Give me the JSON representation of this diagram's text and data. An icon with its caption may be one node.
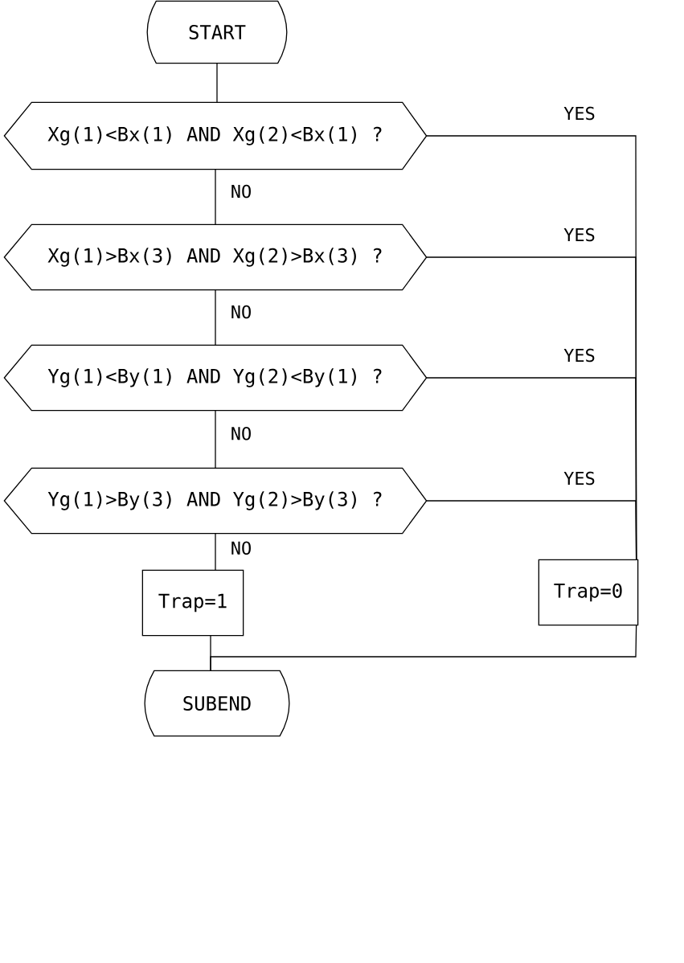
{
  "diagram": {
    "nodes": [
      {
        "text": [
          "START"
        ]
      },
      {
        "text": [
          "Xg(1)<Bx(1) AND Xg(2)<Bx(1) ?"
        ]
      },
      {
        "text": [
          "Xg(1)>Bx(3) AND Xg(2)>Bx(3) ?"
        ]
      },
      {
        "text": [
          "Yg(1)<By(1) AND Yg(2)<By(1) ?"
        ]
      },
      {
        "text": [
          "Yg(1)>By(3) AND Yg(2)>By(3) ?"
        ]
      },
      {
        "text": [
          "Trap=1"
        ]
      },
      {
        "text": [
          "Trap=0"
        ]
      },
      {
        "text": [
          "SUBEND"
        ]
      }
    ],
    "edges": [
      {
        "from": 0,
        "to": 1,
        "arrow": "none"
      },
      {
        "from": 1,
        "to": 2,
        "arrow": "none",
        "label": "NO"
      },
      {
        "from": 2,
        "to": 3,
        "arrow": "none",
        "label": "NO"
      },
      {
        "from": 3,
        "to": 4,
        "arrow": "none",
        "label": "NO"
      },
      {
        "from": 4,
        "to": 5,
        "arrow": "none",
        "label": "NO"
      },
      {
        "from": 1,
        "to": 6,
        "arrow": "none",
        "label": "YES"
      },
      {
        "from": 2,
        "to": 6,
        "arrow": "none",
        "label": "YES"
      },
      {
        "from": 3,
        "to": 6,
        "arrow": "none",
        "label": "YES"
      },
      {
        "from": 4,
        "to": 6,
        "arrow": "none",
        "label": "YES"
      },
      {
        "from": 5,
        "to": 7,
        "arrow": "none"
      },
      {
        "from": 6,
        "to": 7,
        "arrow": "none"
      }
    ]
  }
}
